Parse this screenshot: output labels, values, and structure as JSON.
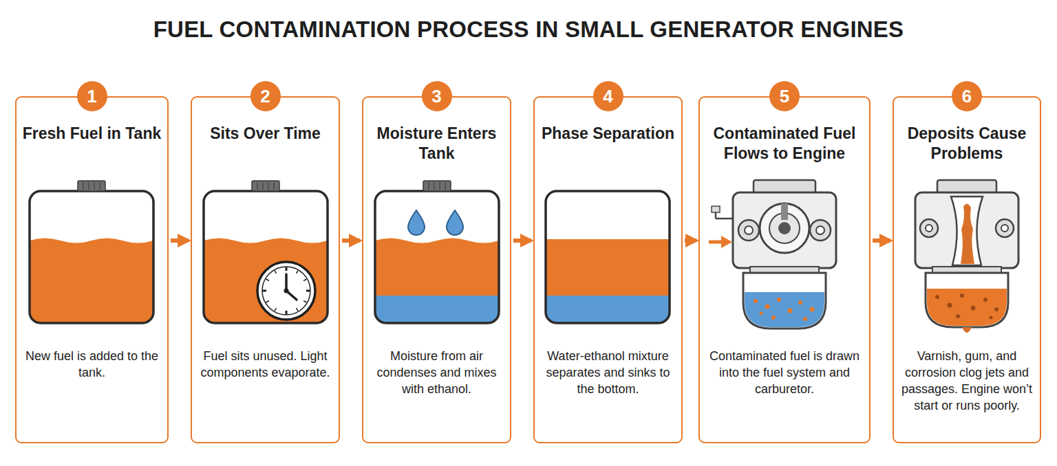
{
  "diagram": {
    "title": "FUEL CONTAMINATION PROCESS IN SMALL GENERATOR ENGINES",
    "nodes": [
      {
        "text": [
          "Fresh Fuel in Tank",
          "New fuel is added to the tank."
        ]
      },
      {
        "text": [
          "1"
        ],
        "in": 0
      },
      {
        "text": [
          "Sits Over Time",
          "Fuel sits unused. Light components evaporate."
        ]
      },
      {
        "text": [
          "2"
        ],
        "in": 2
      },
      {
        "text": [
          "Moisture Enters Tank",
          "Moisture from air condenses and mixes with ethanol."
        ]
      },
      {
        "text": [
          "3"
        ],
        "in": 4
      },
      {
        "text": [
          "Phase Separation",
          "Water-ethanol mixture separates and sinks to the bottom."
        ]
      },
      {
        "text": [
          "4"
        ],
        "in": 6
      },
      {
        "text": [
          "Contaminated Fuel Flows to Engine",
          "Contaminated fuel is drawn into the fuel system and carburetor."
        ]
      },
      {
        "text": [
          "5"
        ],
        "in": 8
      },
      {
        "text": [
          "Deposits Cause Problems",
          "Varnish, gum, and corrosion clog jets and passages. Engine won’t start or runs poorly."
        ]
      },
      {
        "text": [
          "6"
        ],
        "in": 10
      }
    ],
    "edges": [
      {
        "from": 0,
        "to": 2,
        "arrow": "to"
      },
      {
        "from": 2,
        "to": 4,
        "arrow": "to"
      },
      {
        "from": 4,
        "to": 6,
        "arrow": "to"
      },
      {
        "from": 6,
        "to": 8,
        "arrow": "to"
      },
      {
        "from": 8,
        "to": 10,
        "arrow": "to"
      }
    ]
  }
}
